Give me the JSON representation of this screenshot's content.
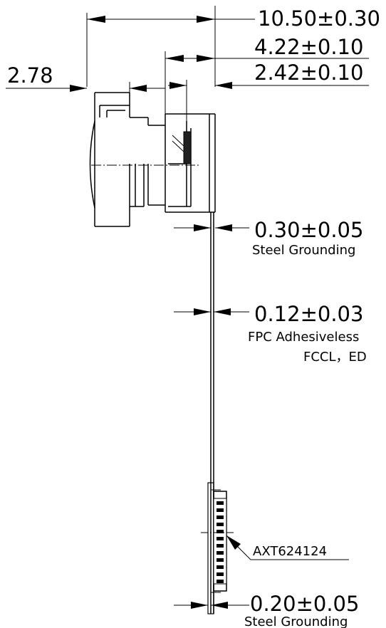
{
  "colors": {
    "line": "#000000",
    "background": "#ffffff"
  },
  "dimensions": {
    "overall_length": "10.50±0.30",
    "lens_barrel": "4.22±0.10",
    "holder_depth": "2.42±0.10",
    "lens_offset": "2.78",
    "steel_top": "0.30±0.05",
    "steel_top_note": "Steel Grounding",
    "fpc": "0.12±0.03",
    "fpc_note_1": "FPC Adhesiveless",
    "fpc_note_2": "FCCL，ED",
    "steel_bottom": "0.20±0.05",
    "steel_bottom_note": "Steel Grounding"
  },
  "connector": {
    "part_number": "AXT624124"
  }
}
